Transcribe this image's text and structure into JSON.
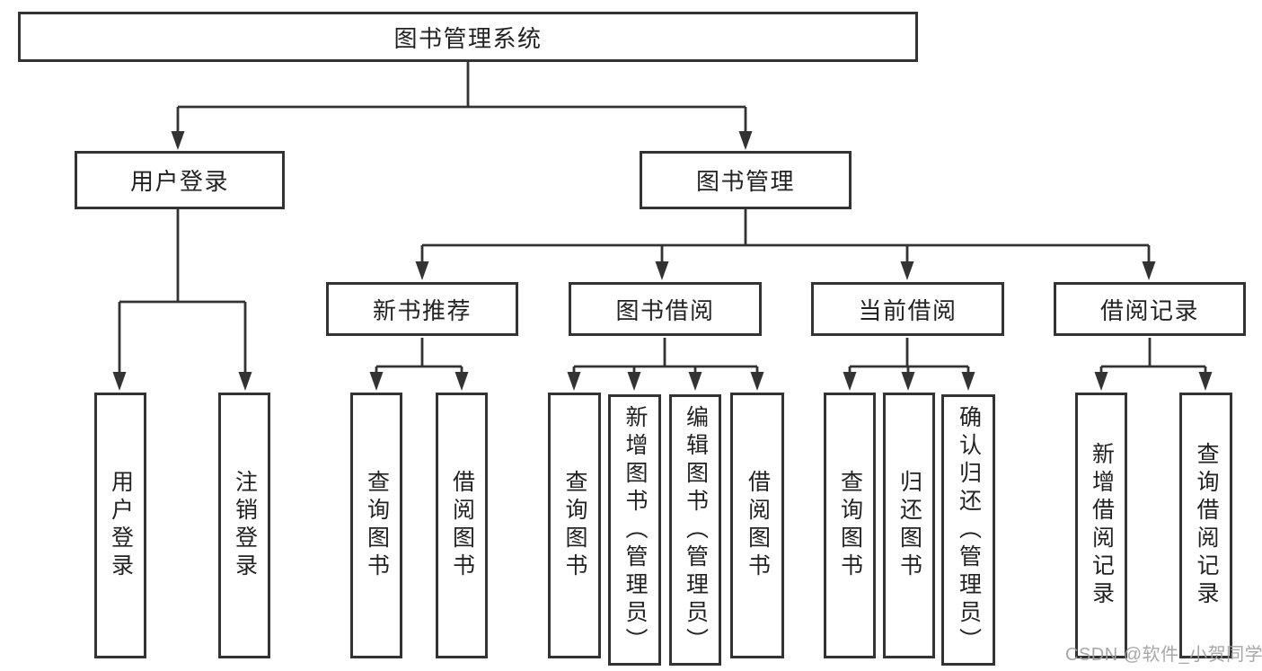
{
  "diagram": {
    "root": {
      "label": "图书管理系统"
    },
    "branches": [
      {
        "label": "用户登录",
        "children": [
          {
            "label": "用户登录"
          },
          {
            "label": "注销登录"
          }
        ]
      },
      {
        "label": "图书管理",
        "children": [
          {
            "label": "新书推荐",
            "children": [
              {
                "label": "查询图书"
              },
              {
                "label": "借阅图书"
              }
            ]
          },
          {
            "label": "图书借阅",
            "children": [
              {
                "label": "查询图书"
              },
              {
                "label": "新增图书（管理员）"
              },
              {
                "label": "编辑图书（管理员）"
              },
              {
                "label": "借阅图书"
              }
            ]
          },
          {
            "label": "当前借阅",
            "children": [
              {
                "label": "查询图书"
              },
              {
                "label": "归还图书"
              },
              {
                "label": "确认归还（管理员）"
              }
            ]
          },
          {
            "label": "借阅记录",
            "children": [
              {
                "label": "新增借阅记录"
              },
              {
                "label": "查询借阅记录"
              }
            ]
          }
        ]
      }
    ]
  },
  "watermark": {
    "text": "CSDN @软件_小贺同学"
  },
  "colors": {
    "line": "#333333",
    "text": "#222222",
    "watermark": "#a0a0a0",
    "background": "#ffffff"
  }
}
